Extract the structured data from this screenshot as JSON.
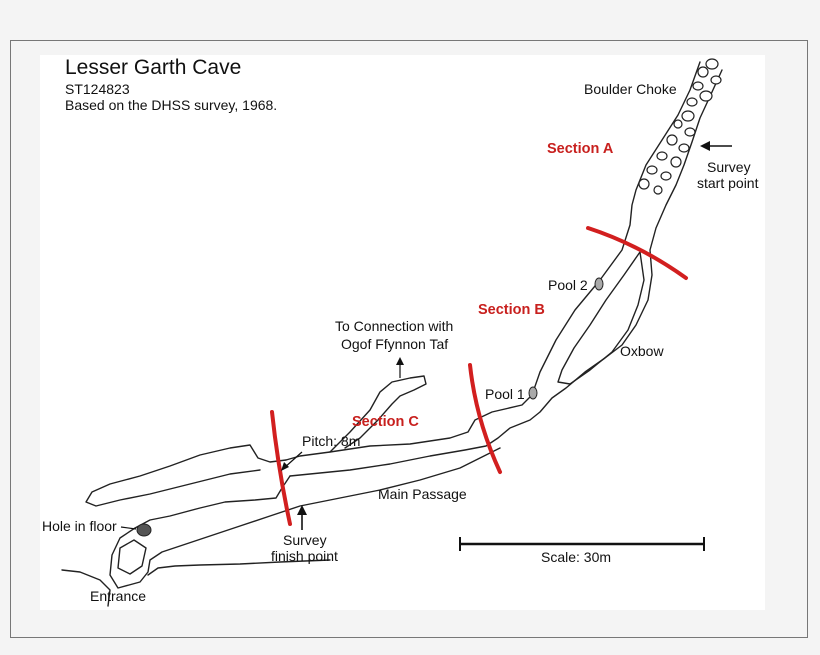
{
  "map": {
    "title": "Lesser Garth Cave",
    "grid_ref": "ST124823",
    "source_note": "Based on the DHSS survey, 1968.",
    "sections": {
      "a": "Section A",
      "b": "Section B",
      "c": "Section C"
    },
    "features": {
      "boulder_choke": "Boulder Choke",
      "survey_start_line1": "Survey",
      "survey_start_line2": "start point",
      "pool_2": "Pool 2",
      "pool_1": "Pool 1",
      "oxbow": "Oxbow",
      "connection_line1": "To Connection with",
      "connection_line2": "Ogof Ffynnon Taf",
      "pitch": "Pitch: 8m",
      "main_passage": "Main Passage",
      "hole_in_floor": "Hole in floor",
      "survey_finish_line1": "Survey",
      "survey_finish_line2": "finish point",
      "entrance": "Entrance"
    },
    "scale": {
      "label": "Scale: 30m",
      "meters": 30
    },
    "colors": {
      "section_marker": "#d21f1f",
      "passage_outline": "#222222",
      "background": "#f4f4f4"
    }
  }
}
